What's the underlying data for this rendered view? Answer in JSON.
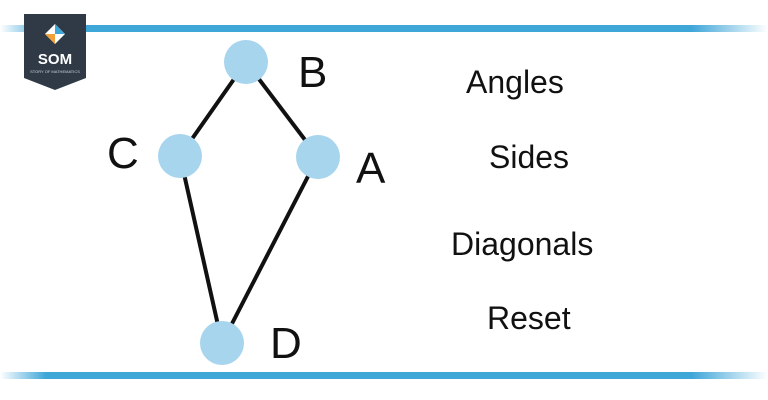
{
  "brand": {
    "logo_text": "SOM",
    "logo_tagline": "STORY OF MATHEMATICS",
    "primary_color": "#3fa6d8",
    "dark_color": "#2f3a46",
    "accent_color": "#f0a13a"
  },
  "colors": {
    "bar": "#3fa6d8",
    "vertex_fill": "#a8d5ee",
    "edge": "#111111",
    "text": "#111111"
  },
  "vertices": [
    {
      "id": "A",
      "label": "A"
    },
    {
      "id": "B",
      "label": "B"
    },
    {
      "id": "C",
      "label": "C"
    },
    {
      "id": "D",
      "label": "D"
    }
  ],
  "edges": [
    [
      "B",
      "A"
    ],
    [
      "B",
      "C"
    ],
    [
      "C",
      "D"
    ],
    [
      "A",
      "D"
    ]
  ],
  "menu": {
    "angles": "Angles",
    "sides": "Sides",
    "diagonals": "Diagonals",
    "reset": "Reset"
  }
}
